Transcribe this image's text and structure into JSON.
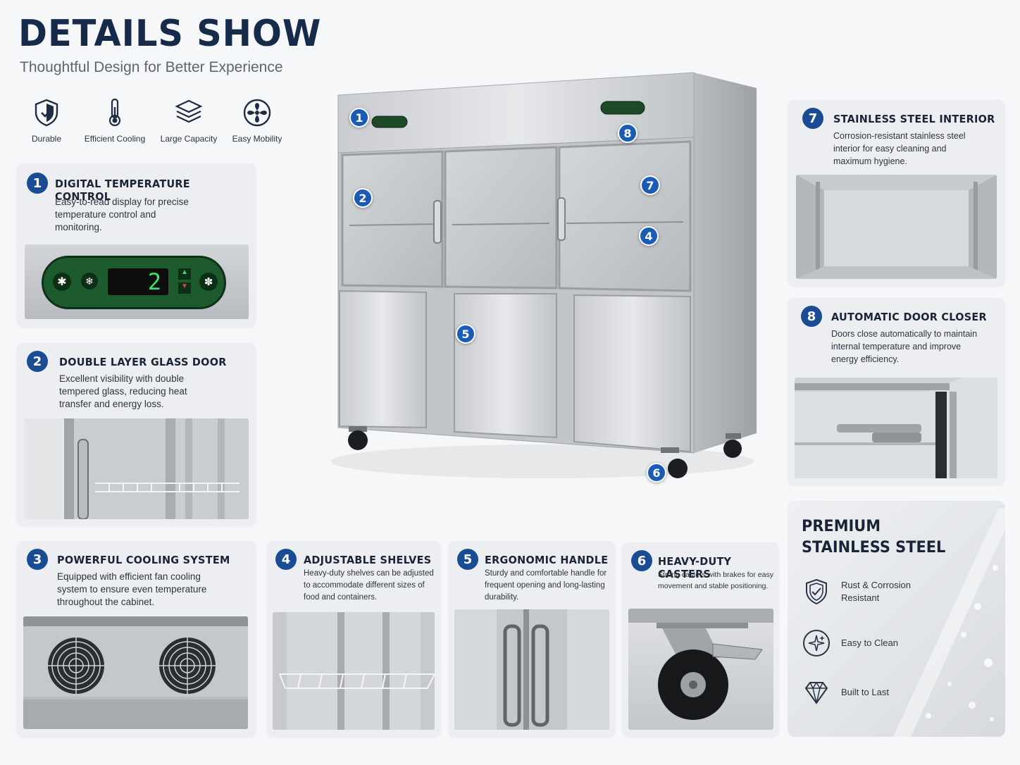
{
  "header": {
    "title": "DETAILS SHOW",
    "subtitle": "Thoughtful Design for Better Experience"
  },
  "features": [
    {
      "label": "Durable",
      "icon": "shield-check-icon"
    },
    {
      "label": "Efficient Cooling",
      "icon": "thermometer-icon"
    },
    {
      "label": "Large Capacity",
      "icon": "layers-icon"
    },
    {
      "label": "Easy Mobility",
      "icon": "fan-icon"
    }
  ],
  "cards": {
    "c1": {
      "num": "1",
      "title": "DIGITAL TEMPERATURE CONTROL",
      "desc": [
        "Easy-to-read display for precise",
        "temperature control and",
        "monitoring."
      ],
      "display_value": "2"
    },
    "c2": {
      "num": "2",
      "title": "DOUBLE LAYER GLASS DOOR",
      "desc": [
        "Excellent visibility with double",
        "tempered glass, reducing heat",
        "transfer and energy loss."
      ]
    },
    "c3": {
      "num": "3",
      "title": "POWERFUL COOLING SYSTEM",
      "desc": [
        "Equipped with efficient fan cooling",
        "system to ensure even temperature",
        "throughout the cabinet."
      ]
    },
    "c4": {
      "num": "4",
      "title": "ADJUSTABLE SHELVES",
      "desc": [
        "Heavy-duty shelves can be adjusted",
        "to accommodate different sizes of",
        "food and containers."
      ]
    },
    "c5": {
      "num": "5",
      "title": "ERGONOMIC HANDLE",
      "desc": [
        "Sturdy and comfortable handle for",
        "frequent opening and long-lasting",
        "durability."
      ]
    },
    "c6": {
      "num": "6",
      "title": "HEAVY-DUTY CASTERS",
      "desc": [
        "Strong casters with brakes for easy",
        "movement and stable positioning."
      ]
    },
    "c7": {
      "num": "7",
      "title": "STAINLESS STEEL INTERIOR",
      "desc": [
        "Corrosion-resistant stainless steel",
        "interior for easy cleaning and",
        "maximum hygiene."
      ]
    },
    "c8": {
      "num": "8",
      "title": "AUTOMATIC DOOR CLOSER",
      "desc": [
        "Doors close automatically to maintain",
        "internal temperature and improve",
        "energy efficiency."
      ]
    }
  },
  "markers": [
    "1",
    "2",
    "4",
    "5",
    "6",
    "7",
    "8"
  ],
  "premium": {
    "title_line1": "PREMIUM",
    "title_line2": "STAINLESS STEEL",
    "items": [
      {
        "label_line1": "Rust & Corrosion",
        "label_line2": "Resistant",
        "icon": "shield-check-icon"
      },
      {
        "label_line1": "Easy to Clean",
        "label_line2": "",
        "icon": "sparkle-icon"
      },
      {
        "label_line1": "Built to Last",
        "label_line2": "",
        "icon": "diamond-icon"
      }
    ]
  },
  "colors": {
    "accent": "#1a4c94",
    "title": "#162a4a",
    "card_bg": "#eceef1"
  }
}
